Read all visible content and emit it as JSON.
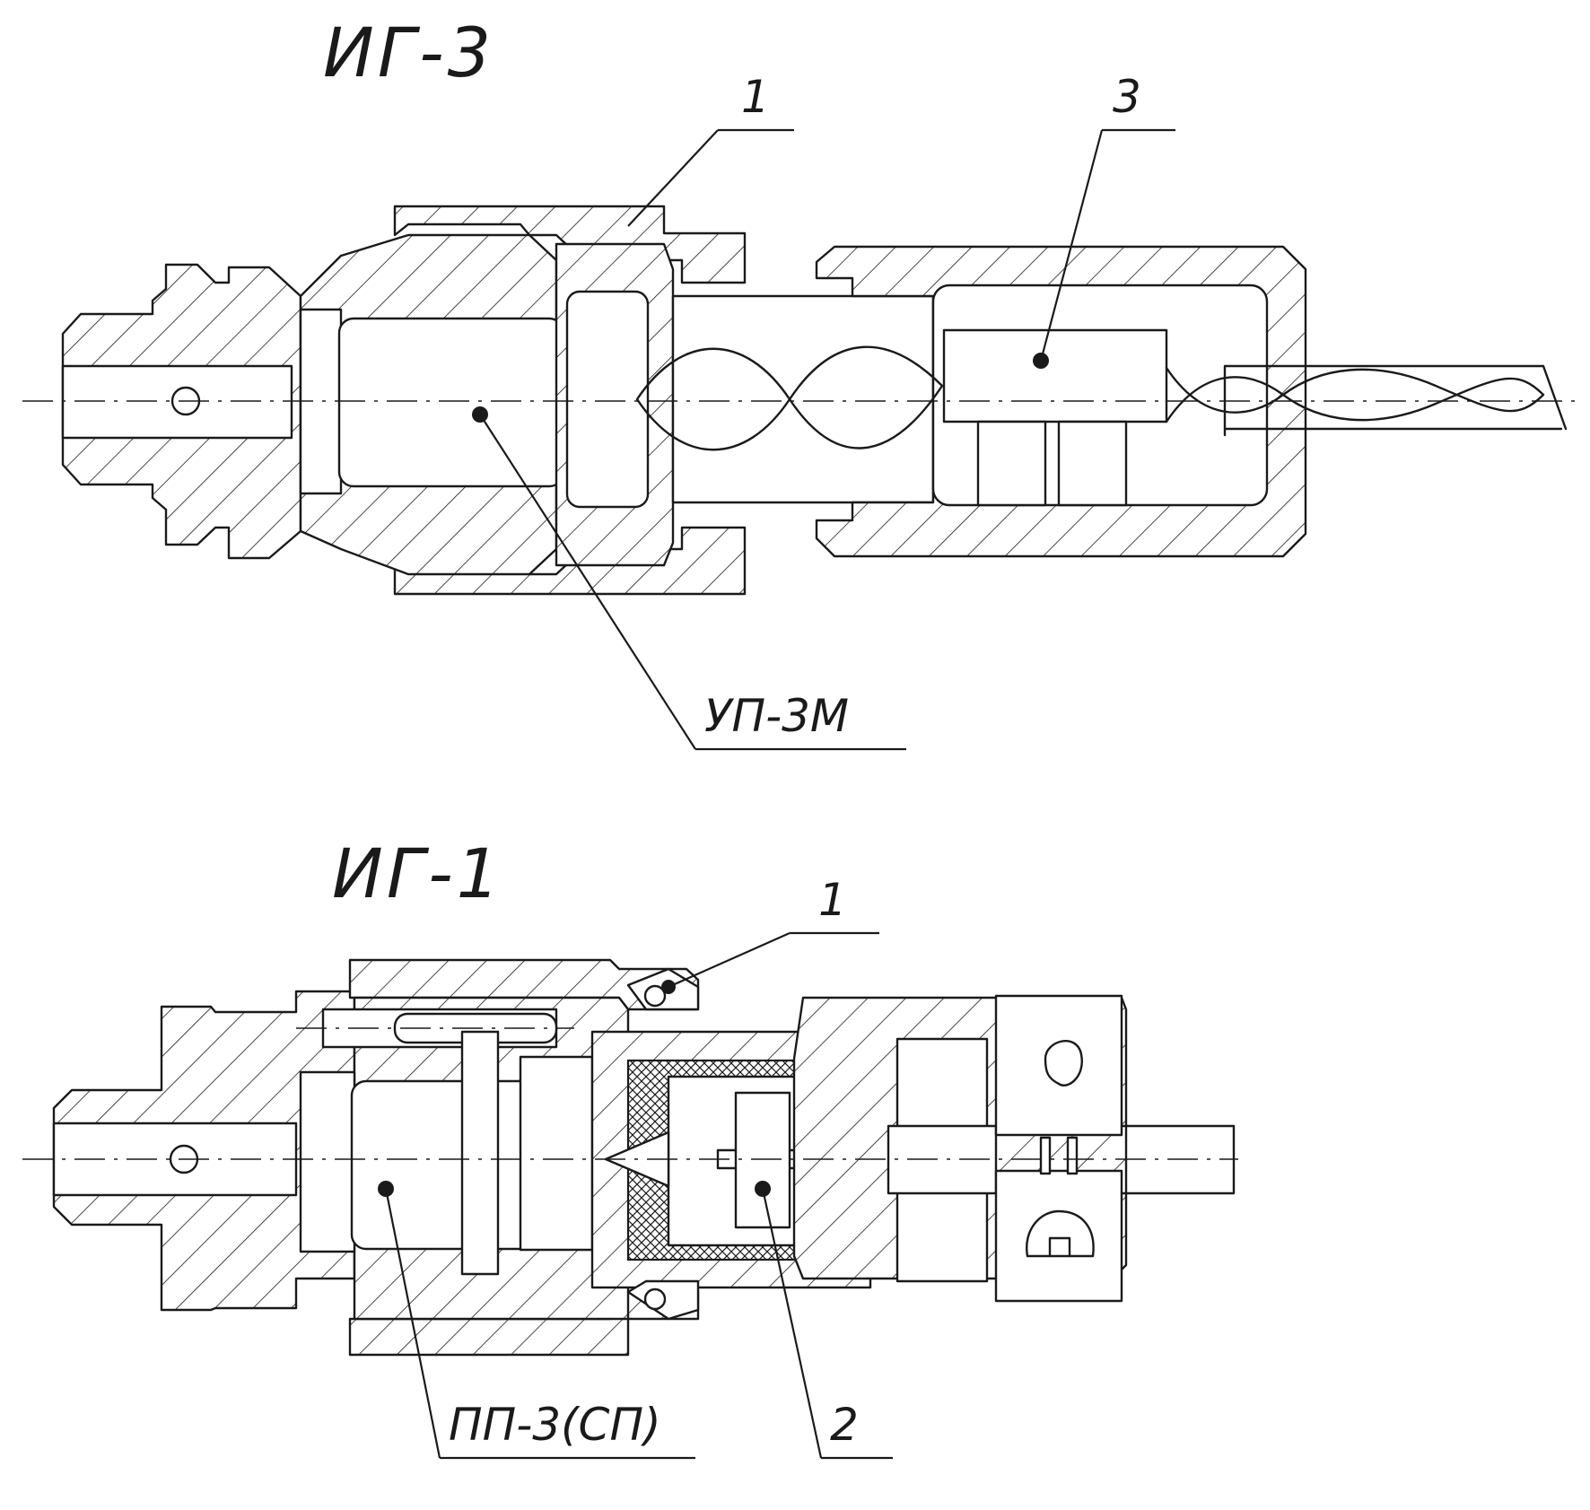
{
  "top_view": {
    "title": "ИГ-3",
    "callouts": {
      "c1": "1",
      "c3": "3",
      "device": "УП-3М"
    }
  },
  "bottom_view": {
    "title": "ИГ-1",
    "callouts": {
      "c1": "1",
      "c2": "2",
      "device": "ПП-3(СП)"
    }
  },
  "colors": {
    "line": "#1a1a1a",
    "background": "#ffffff"
  }
}
